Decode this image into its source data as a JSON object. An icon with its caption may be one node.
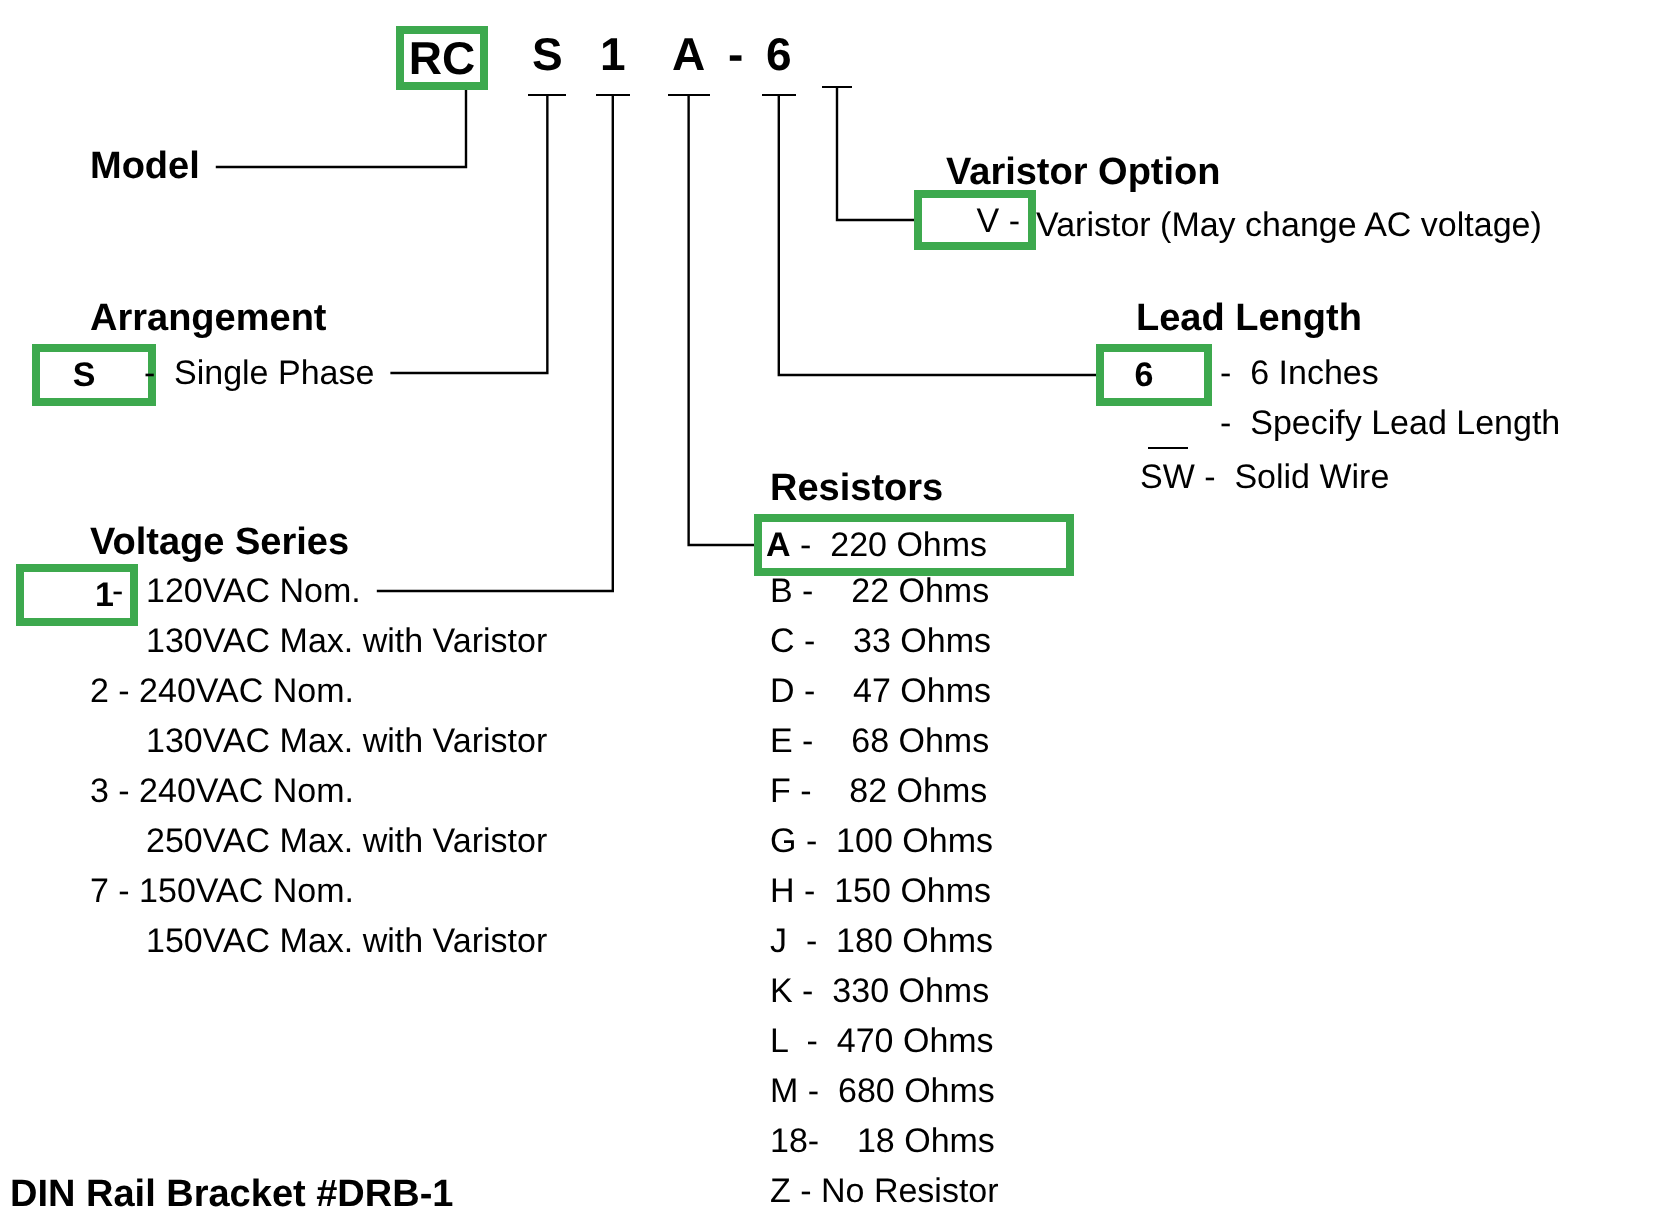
{
  "diagram": {
    "nodes": [
      {
        "text": [
          "RC"
        ]
      },
      {
        "text": [
          "S"
        ]
      },
      {
        "text": [
          "1"
        ]
      },
      {
        "text": [
          "A"
        ]
      },
      {
        "text": [
          "6"
        ]
      },
      {
        "text": [],
        "shape": "bar"
      },
      {
        "text": [
          "Model"
        ]
      },
      {
        "text": [
          "V -"
        ]
      },
      {
        "text": [
          "S"
        ]
      },
      {
        "text": [
          "Single Phase"
        ]
      },
      {
        "text": [
          "6"
        ]
      },
      {
        "text": [
          "**A** -  220 Ohms"
        ]
      },
      {
        "text": [
          "1"
        ]
      },
      {
        "text": [
          "120VAC Nom."
        ]
      }
    ],
    "edges": [
      {
        "from": 0,
        "to": 6,
        "arrow": "none"
      },
      {
        "from": 5,
        "to": 7,
        "arrow": "none"
      },
      {
        "from": 1,
        "to": 9,
        "arrow": "none"
      },
      {
        "from": 4,
        "to": 10,
        "arrow": "none"
      },
      {
        "from": 3,
        "to": 11,
        "arrow": "none"
      },
      {
        "from": 2,
        "to": 13,
        "arrow": "none"
      }
    ],
    "labels": [
      "-",
      "Varistor Option",
      "Varistor (May change AC voltage)",
      "Arrangement",
      "-",
      "Lead Length",
      "-  6 Inches",
      "-  Specify Lead Length",
      "SW -  Solid Wire",
      "Resistors",
      "Voltage Series",
      "-",
      "130VAC Max. with Varistor",
      "2 - 240VAC Nom.",
      "130VAC Max. with Varistor",
      "3 - 240VAC Nom.",
      "250VAC Max. with Varistor",
      "7 - 150VAC Nom.",
      "150VAC Max. with Varistor",
      "B -    22 Ohms",
      "C -    33 Ohms",
      "D -    47 Ohms",
      "E -    68 Ohms",
      "F -    82 Ohms",
      "G -  100 Ohms",
      "H -  150 Ohms",
      "J  -  180 Ohms",
      "K -  330 Ohms",
      "L  -  470 Ohms",
      "M -  680 Ohms",
      "18-    18 Ohms",
      "Z - No Resistor",
      "DIN Rail Bracket #DRB-1"
    ]
  }
}
